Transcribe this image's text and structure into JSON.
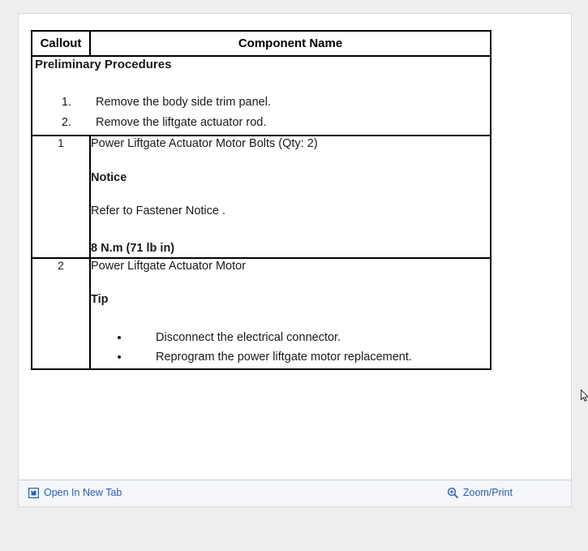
{
  "table": {
    "headers": {
      "callout": "Callout",
      "component": "Component Name"
    },
    "preliminary": {
      "heading": "Preliminary Procedures",
      "steps": [
        "Remove the body side trim panel.",
        "Remove the liftgate actuator rod."
      ]
    },
    "rows": [
      {
        "callout": "1",
        "title": "Power Liftgate Actuator Motor Bolts (Qty: 2)",
        "notice_label": "Notice",
        "notice_text": "Refer to Fastener Notice .",
        "torque": "8 N.m (71 lb in)"
      },
      {
        "callout": "2",
        "title": "Power Liftgate Actuator Motor",
        "tip_label": "Tip",
        "tip_items": [
          "Disconnect the electrical connector.",
          "Reprogram the power liftgate motor replacement."
        ]
      }
    ]
  },
  "footer": {
    "open_new_tab_label": "Open In New Tab",
    "open_new_tab_icon": "open-in-new-tab-icon",
    "zoom_print_label": "Zoom/Print",
    "zoom_print_icon": "magnifier-plus-icon"
  },
  "colors": {
    "link": "#2b5fa8",
    "footer_bg": "#f4f6f9",
    "page_bg": "#eeeeee",
    "table_border": "#000000"
  }
}
